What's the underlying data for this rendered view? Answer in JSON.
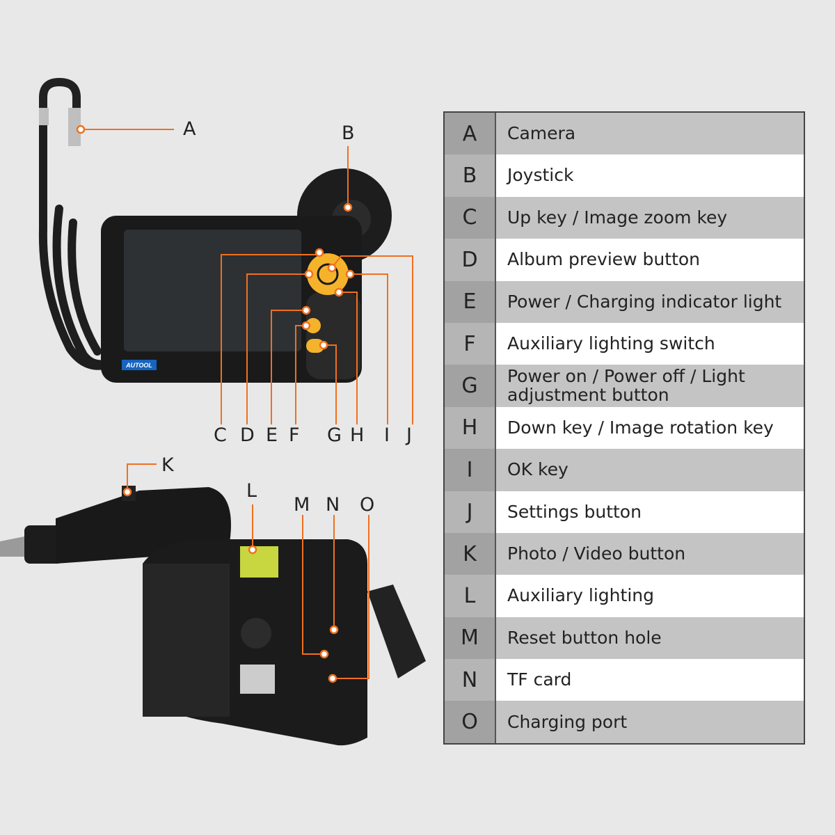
{
  "brand_logo": "AUTOOL",
  "accent_color": "#f07020",
  "button_color": "#f5b32c",
  "callouts": [
    "A",
    "B",
    "C",
    "D",
    "E",
    "F",
    "G",
    "H",
    "I",
    "J",
    "K",
    "L",
    "M",
    "N",
    "O"
  ],
  "legend": [
    {
      "key": "A",
      "text": "Camera"
    },
    {
      "key": "B",
      "text": "Joystick"
    },
    {
      "key": "C",
      "text": "Up key / Image zoom key"
    },
    {
      "key": "D",
      "text": "Album preview button"
    },
    {
      "key": "E",
      "text": "Power / Charging indicator light"
    },
    {
      "key": "F",
      "text": "Auxiliary lighting switch"
    },
    {
      "key": "G",
      "text": "Power on / Power off / Light adjustment button"
    },
    {
      "key": "H",
      "text": "Down key / Image rotation key"
    },
    {
      "key": "I",
      "text": "OK key"
    },
    {
      "key": "J",
      "text": "Settings button"
    },
    {
      "key": "K",
      "text": "Photo / Video button"
    },
    {
      "key": "L",
      "text": "Auxiliary lighting"
    },
    {
      "key": "M",
      "text": "Reset button hole"
    },
    {
      "key": "N",
      "text": "TF card"
    },
    {
      "key": "O",
      "text": "Charging port"
    }
  ]
}
